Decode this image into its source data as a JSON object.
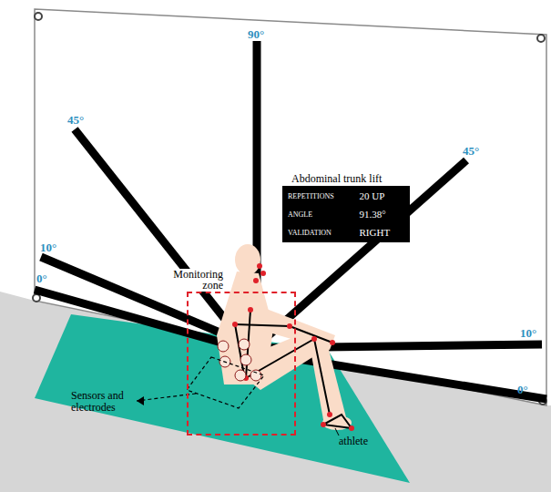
{
  "diagram": {
    "nodes": [
      {
        "text": [
          "Abdominal trunk lift"
        ]
      },
      {
        "text": [
          "Monitoring zone"
        ]
      }
    ],
    "labels": [
      "90°",
      "45°",
      "45°",
      "10°",
      "0°",
      "10°",
      "0°",
      "REPETITIONS",
      "20 UP",
      "ANGLE",
      "91.38°",
      "VALIDATION",
      "RIGHT",
      "Sensors and electrodes",
      "athlete"
    ]
  }
}
